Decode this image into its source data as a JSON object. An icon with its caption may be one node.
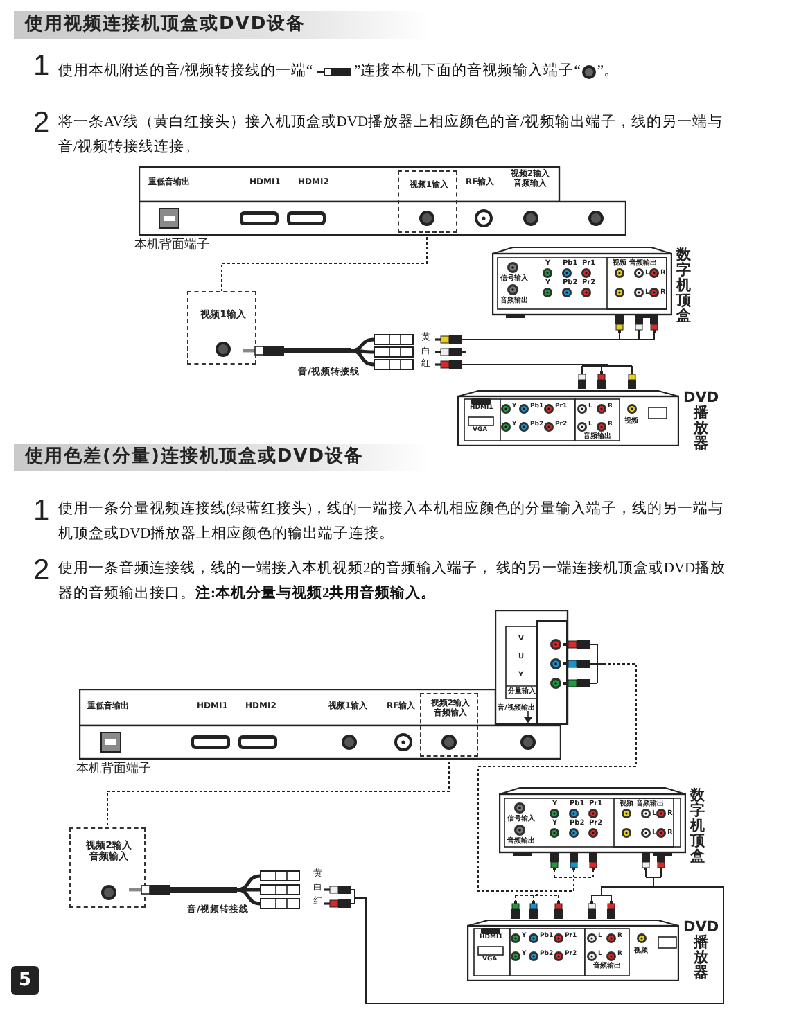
{
  "diagram": {
    "nodes": [
      {
        "text": [
          "重低音输出",
          "HDMI1",
          "HDMI2",
          "RF输入",
          "视频2输入音频输入",
          "本机背面端子"
        ]
      },
      {
        "text": [
          "视频1输入"
        ],
        "in": 0
      },
      {
        "text": [
          "视频1输入"
        ]
      },
      {
        "text": [
          "音/视频转接线"
        ]
      },
      {
        "text": [
          "信号输入",
          "音频输出",
          "Y",
          "Pb1",
          "Pr1",
          "Y",
          "Pb2",
          "Pr2",
          "视频",
          "音频输出",
          "L",
          "R",
          "L",
          "R",
          "数字机顶盒"
        ]
      },
      {
        "text": [
          "HDMI1",
          "VGA",
          "Y",
          "Pb1",
          "Pr1",
          "Y",
          "Pb2",
          "Pr2",
          "L",
          "R",
          "L",
          "R",
          "音频输出",
          "视频",
          "DVD播放器"
        ]
      },
      {
        "text": [
          "重低音输出",
          "HDMI1",
          "HDMI2",
          "视频1输入",
          "RF输入",
          "本机背面端子"
        ]
      },
      {
        "text": [
          "视频2输入音频输入"
        ],
        "in": 6
      },
      {
        "text": [
          "V",
          "U",
          "Y",
          "分量输入"
        ]
      },
      {
        "text": [
          "视频2输入音频输入"
        ]
      },
      {
        "text": [
          "音/视频转接线"
        ]
      },
      {
        "text": [
          "信号输入",
          "音频输出",
          "Y",
          "Pb1",
          "Pr1",
          "Y",
          "Pb2",
          "Pr2",
          "视频",
          "音频输出",
          "L",
          "R",
          "L",
          "R",
          "数字机顶盒"
        ]
      },
      {
        "text": [
          "HDMI1",
          "VGA",
          "Y",
          "Pb1",
          "Pr1",
          "Y",
          "Pb2",
          "Pr2",
          "L",
          "R",
          "L",
          "R",
          "音频输出",
          "视频",
          "DVD播放器"
        ]
      }
    ],
    "edges": [
      {
        "from": 1,
        "to": 2,
        "arrow": "none",
        "style": "dashed"
      },
      {
        "from": 3,
        "to": 4,
        "arrow": "none"
      },
      {
        "from": 3,
        "to": 5,
        "arrow": "none"
      },
      {
        "from": 7,
        "to": 9,
        "arrow": "none",
        "style": "dashed"
      },
      {
        "from": 8,
        "to": 11,
        "arrow": "none",
        "style": "dashed"
      },
      {
        "from": 8,
        "to": 12,
        "arrow": "none",
        "style": "dashed"
      },
      {
        "from": 10,
        "to": 11,
        "arrow": "none"
      },
      {
        "from": 10,
        "to": 12,
        "arrow": "none"
      }
    ],
    "labels": [
      "使用视频连接机顶盒或DVD设备",
      "1",
      "使用本机附送的音/视频转接线的一端“",
      "”连接本机下面的音视频输入端子“",
      "”。",
      "2",
      "将一条AV线（黄白红接头）接入机顶盒或DVD播放器上相应颜色的音/视频输出端子，线的另一端与音/视频转接线连接。",
      "黄",
      "白",
      "红",
      "使用色差(分量)连接机顶盒或DVD设备",
      "1",
      "使用一条分量视频连接线(绿蓝红接头)，线的一端接入本机相应颜色的分量输入端子，线的另一端与机顶盒或DVD播放器上相应颜色的输出端子连接。",
      "2",
      "使用一条音频连接线，线的一端接入本机视频2的音频输入端子， 线的另一端连接机顶盒或DVD播放器的音频输出接口。**注:本机分量与视频2共用音频输入。**",
      "音/视频输出",
      "黄",
      "白",
      "红",
      "5"
    ]
  }
}
